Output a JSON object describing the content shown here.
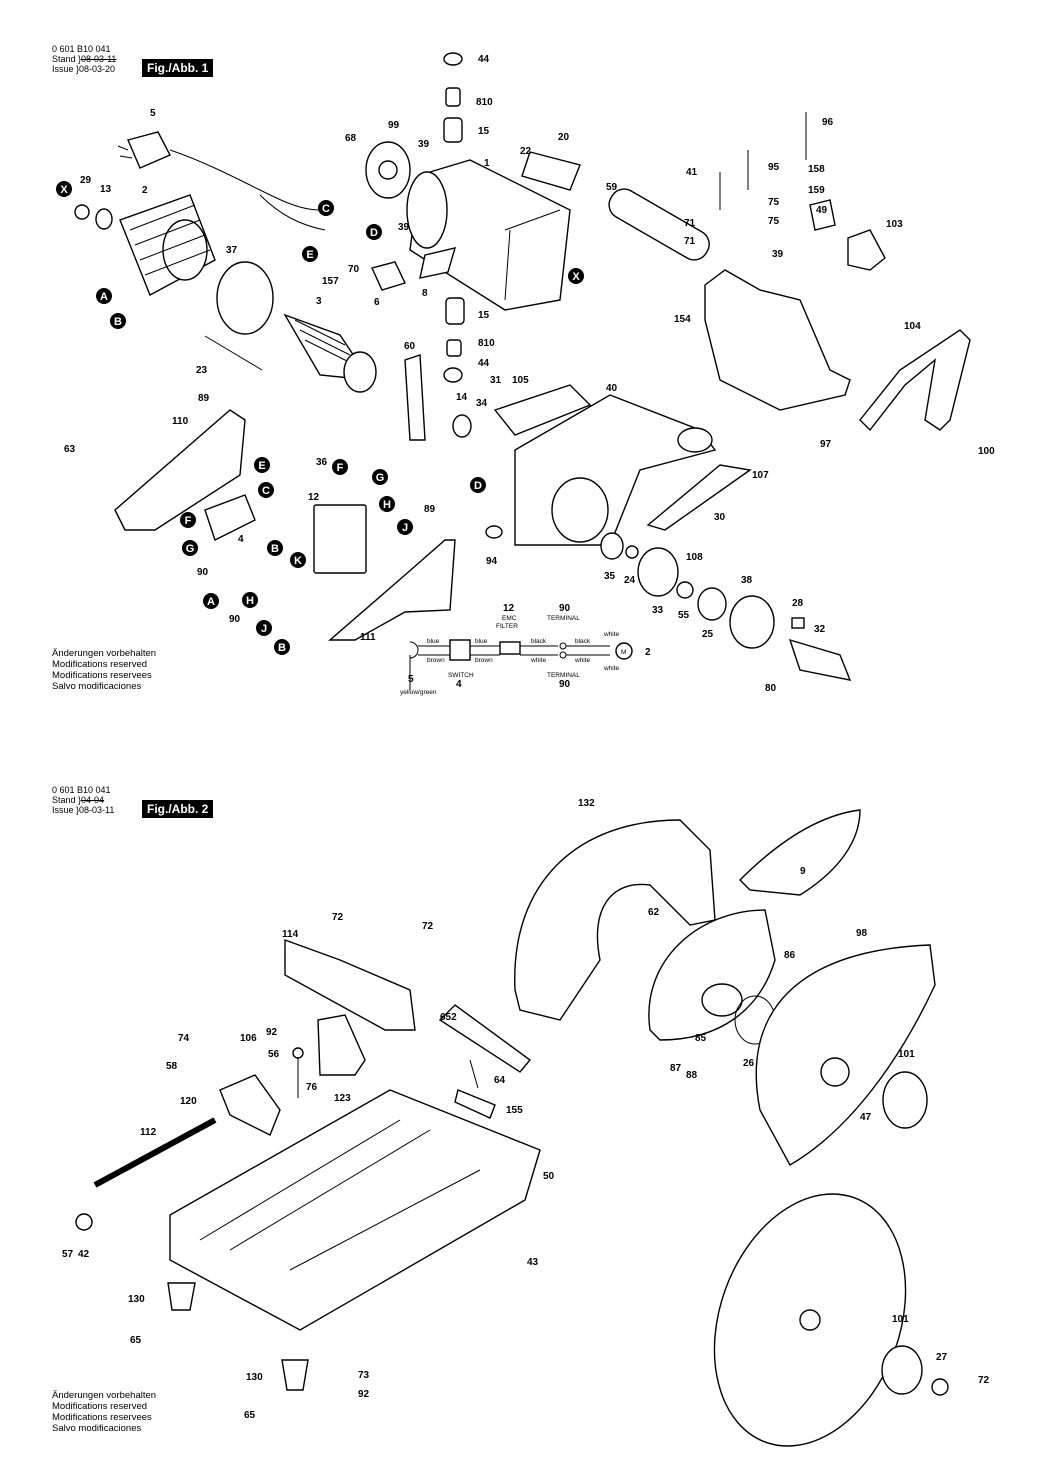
{
  "sheet1": {
    "part_number": "0 601 B10 041",
    "stand_label": "Stand",
    "stand_value": "08-03-11",
    "issue_label": "Issue",
    "issue_value": "08-03-20",
    "figure_label": "Fig./Abb. 1"
  },
  "sheet2": {
    "part_number": "0 601 B10 041",
    "stand_label": "Stand",
    "stand_value": "04-04",
    "issue_label": "Issue",
    "issue_value": "08-03-11",
    "figure_label": "Fig./Abb. 2"
  },
  "notes": [
    "Änderungen vorbehalten",
    "Modifications reserved",
    "Modifications reservees",
    "Salvo modificaciones"
  ],
  "wiring": {
    "labels": [
      "blue",
      "blue",
      "black",
      "black",
      "white",
      "brown",
      "brown",
      "white",
      "white",
      "white"
    ],
    "emc_filter": [
      "12",
      "EMC",
      "FILTER"
    ],
    "terminal_top": [
      "90",
      "TERMINAL"
    ],
    "terminal_bottom": [
      "TERMINAL",
      "90"
    ],
    "switch": [
      "SWITCH",
      "4"
    ],
    "ground": [
      "5",
      "yellow/green"
    ],
    "motor": [
      "M",
      "2"
    ]
  },
  "fig1_labels": [
    "44",
    "810",
    "15",
    "1",
    "99",
    "68",
    "39",
    "22",
    "20",
    "5",
    "29",
    "13",
    "2",
    "X",
    "C",
    "D",
    "E",
    "70",
    "157",
    "6",
    "8",
    "39",
    "X",
    "15",
    "37",
    "A",
    "B",
    "3",
    "23",
    "60",
    "810",
    "44",
    "31",
    "105",
    "40",
    "34",
    "14",
    "89",
    "110",
    "63",
    "36",
    "F",
    "G",
    "12",
    "E",
    "C",
    "4",
    "F",
    "G",
    "B",
    "K",
    "H",
    "J",
    "89",
    "D",
    "107",
    "30",
    "94",
    "108",
    "35",
    "24",
    "33",
    "90",
    "A",
    "H",
    "90",
    "J",
    "B",
    "111",
    "38",
    "28",
    "32",
    "55",
    "25",
    "80",
    "59",
    "41",
    "95",
    "96",
    "158",
    "159",
    "75",
    "71",
    "75",
    "71",
    "39",
    "49",
    "103",
    "154",
    "104",
    "97",
    "100"
  ],
  "fig2_labels": [
    "132",
    "9",
    "114",
    "72",
    "72",
    "62",
    "86",
    "98",
    "652",
    "74",
    "106",
    "92",
    "56",
    "58",
    "76",
    "123",
    "120",
    "85",
    "87",
    "88",
    "26",
    "101",
    "47",
    "64",
    "155",
    "112",
    "50",
    "57",
    "42",
    "43",
    "130",
    "65",
    "130",
    "73",
    "92",
    "65",
    "101",
    "27",
    "72"
  ]
}
